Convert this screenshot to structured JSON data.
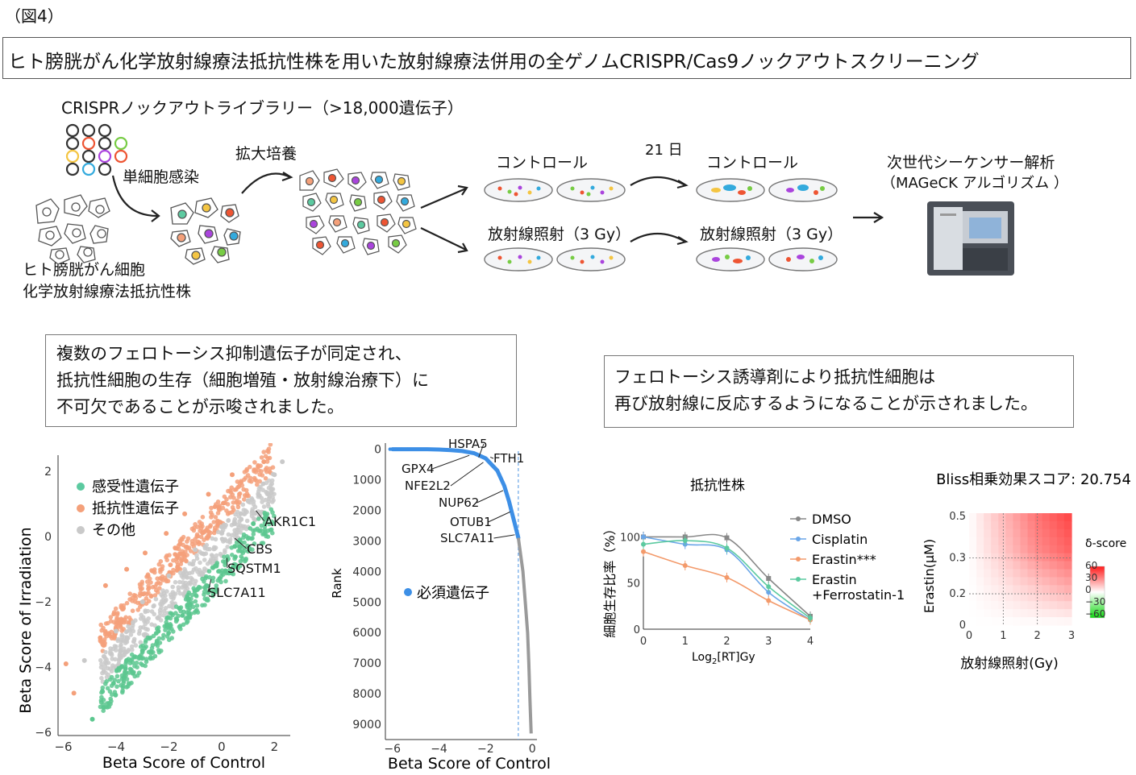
{
  "figure_label": "（図4）",
  "title": "ヒト膀胱がん化学放射線療法抵抗性株を用いた放射線療法併用の全ゲノムCRISPR/Cas9ノックアウトスクリーニング",
  "workflow": {
    "library_label": "CRISPRノックアウトライブラリー（>18,000遺伝子）",
    "infection_label": "単細胞感染",
    "expansion_label": "拡大培養",
    "cells_label_line1": "ヒト膀胱がん細胞",
    "cells_label_line2": "化学放射線療法抵抗性株",
    "control_label": "コントロール",
    "days_label": "21 日",
    "control_label_2": "コントロール",
    "irradiation_label": "放射線照射（3 Gy）",
    "irradiation_label_2": "放射線照射（3 Gy）",
    "sequencing_line1": "次世代シーケンサー解析",
    "sequencing_line2": "（MAGeCK アルゴリズム ）"
  },
  "notes": {
    "left_line1": "複数のフェロトーシス抑制遺伝子が同定され、",
    "left_line2": "抵抗性細胞の生存（細胞増殖・放射線治療下）に",
    "left_line3": "不可欠であることが示唆されました。",
    "right_line1": "フェロトーシス誘導剤により抵抗性細胞は",
    "right_line2": "再び放射線に反応するようになることが示されました。"
  },
  "colors": {
    "sensitive": "#5cc78f",
    "resistant": "#f4a07a",
    "other": "#c9c9c9",
    "essential": "#3d8fe6",
    "dmso": "#888888",
    "cisplatin": "#6aa6e8",
    "erastin": "#f39a6b",
    "erastin_ferro": "#5ccaa0"
  },
  "chart_data": [
    {
      "type": "scatter",
      "xlabel": "Beta Score of Control",
      "ylabel": "Beta Score of Irradiation",
      "xlim": [
        -6.2,
        2.6
      ],
      "ylim": [
        -6.1,
        2.5
      ],
      "xticks": [
        "−6",
        "−4",
        "−2",
        "0",
        "2"
      ],
      "yticks": [
        "−6",
        "−4",
        "−2",
        "0",
        "2"
      ],
      "legend": [
        "感受性遺伝子",
        "抵抗性遺伝子",
        "その他"
      ],
      "annotations": [
        "AKR1C1",
        "CBS",
        "SQSTM1",
        "SLC7A11"
      ],
      "annotation_points": [
        [
          1.3,
          0.8
        ],
        [
          0.5,
          -0.05
        ],
        [
          0.2,
          -0.65
        ],
        [
          -0.4,
          -1.3
        ]
      ],
      "series": [
        {
          "name": "感受性遺伝子",
          "points": [
            [
              -4.9,
              -5.6
            ],
            [
              -4.1,
              -4.5
            ],
            [
              -3.6,
              -3.8
            ],
            [
              -3.0,
              -3.5
            ],
            [
              -2.4,
              -2.9
            ],
            [
              -1.6,
              -2.2
            ],
            [
              -0.9,
              -1.6
            ],
            [
              -0.2,
              -0.9
            ],
            [
              0.5,
              -0.3
            ],
            [
              1.2,
              0.4
            ]
          ]
        },
        {
          "name": "抵抗性遺伝子",
          "points": [
            [
              -5.9,
              -3.9
            ],
            [
              -5.6,
              -4.8
            ],
            [
              -4.6,
              -3.1
            ],
            [
              -4.4,
              -1.5
            ],
            [
              -3.6,
              -1.0
            ],
            [
              -2.9,
              -0.5
            ],
            [
              -2.1,
              0.1
            ],
            [
              -1.4,
              0.7
            ],
            [
              -0.5,
              1.3
            ],
            [
              0.4,
              1.9
            ],
            [
              1.6,
              2.3
            ]
          ]
        },
        {
          "name": "その他",
          "points": [
            [
              -5.2,
              -3.8
            ],
            [
              -4.0,
              -2.9
            ],
            [
              -3.0,
              -2.0
            ],
            [
              -2.0,
              -1.2
            ],
            [
              -1.0,
              -0.4
            ],
            [
              0.0,
              0.3
            ],
            [
              1.0,
              1.1
            ],
            [
              2.0,
              1.9
            ],
            [
              2.3,
              2.3
            ]
          ]
        }
      ]
    },
    {
      "type": "line",
      "xlabel": "Beta Score of Control",
      "ylabel": "Rank",
      "xlim": [
        -6.3,
        0.2
      ],
      "ylim": [
        9500,
        -200
      ],
      "xticks": [
        "−6",
        "−4",
        "−2",
        "0"
      ],
      "yticks": [
        "0",
        "1000",
        "2000",
        "3000",
        "4000",
        "5000",
        "6000",
        "7000",
        "8000",
        "9000"
      ],
      "legend": [
        "必須遺伝子"
      ],
      "annotations": [
        "HSPA5",
        "FTH1",
        "GPX4",
        "NFE2L2",
        "NUP62",
        "OTUB1",
        "SLC7A11"
      ],
      "annotation_points": [
        [
          -2.3,
          270
        ],
        [
          -1.8,
          260
        ],
        [
          -2.7,
          200
        ],
        [
          -2.1,
          430
        ],
        [
          -1.25,
          1350
        ],
        [
          -0.95,
          2050
        ],
        [
          -0.75,
          2800
        ]
      ],
      "threshold_x": -0.6,
      "series": [
        {
          "name": "必須遺伝子",
          "x": [
            -6.0,
            -5.5,
            -5.0,
            -4.5,
            -4.0,
            -3.5,
            -3.0,
            -2.5,
            -2.0,
            -1.5,
            -1.2,
            -1.0,
            -0.8,
            -0.6
          ],
          "y": [
            0,
            0,
            0,
            0,
            10,
            30,
            60,
            130,
            300,
            700,
            1200,
            1700,
            2300,
            2900
          ]
        },
        {
          "name": "",
          "x": [
            -0.6,
            -0.4,
            -0.3,
            -0.2,
            -0.15,
            -0.1,
            -0.05
          ],
          "y": [
            2900,
            4000,
            5000,
            6000,
            7000,
            8200,
            9300
          ]
        }
      ]
    },
    {
      "type": "line",
      "title": "抵抗性株",
      "xlabel": "Log2[RT]Gy",
      "ylabel": "細胞生存比率（%）",
      "xlim": [
        0,
        4
      ],
      "ylim": [
        0,
        110
      ],
      "xticks": [
        "0",
        "1",
        "2",
        "3",
        "4"
      ],
      "yticks": [
        "0",
        "50",
        "100"
      ],
      "legend": [
        "DMSO",
        "Cisplatin",
        "Erastin***",
        "Erastin +Ferrostatin-1"
      ],
      "series": [
        {
          "name": "DMSO",
          "x": [
            0,
            1,
            2,
            3,
            4
          ],
          "y": [
            100,
            100,
            99,
            55,
            14
          ]
        },
        {
          "name": "Cisplatin",
          "x": [
            0,
            1,
            2,
            3,
            4
          ],
          "y": [
            100,
            92,
            86,
            40,
            10
          ]
        },
        {
          "name": "Erastin***",
          "x": [
            0,
            1,
            2,
            3,
            4
          ],
          "y": [
            84,
            69,
            56,
            31,
            10
          ]
        },
        {
          "name": "Erastin +Ferrostatin-1",
          "x": [
            0,
            1,
            2,
            3,
            4
          ],
          "y": [
            92,
            96,
            88,
            46,
            12
          ]
        }
      ]
    },
    {
      "type": "heatmap",
      "title": "Bliss相乗効果スコア: 20.754",
      "xlabel": "放射線照射(Gy)",
      "ylabel": "Erastin(μM)",
      "xticks": [
        "0",
        "1",
        "2",
        "3"
      ],
      "yticks": [
        "0",
        "0.2",
        "0.3",
        "0.5"
      ],
      "colorbar_title": "δ-score",
      "colorbar_ticks": [
        "60",
        "30",
        "0",
        "−30",
        "−60"
      ],
      "x": [
        0,
        1,
        2,
        3
      ],
      "y": [
        0,
        0.2,
        0.3,
        0.5
      ],
      "z": [
        [
          0,
          0,
          0,
          0
        ],
        [
          0,
          6,
          14,
          22
        ],
        [
          0,
          14,
          30,
          40
        ],
        [
          0,
          18,
          36,
          48
        ]
      ]
    }
  ]
}
